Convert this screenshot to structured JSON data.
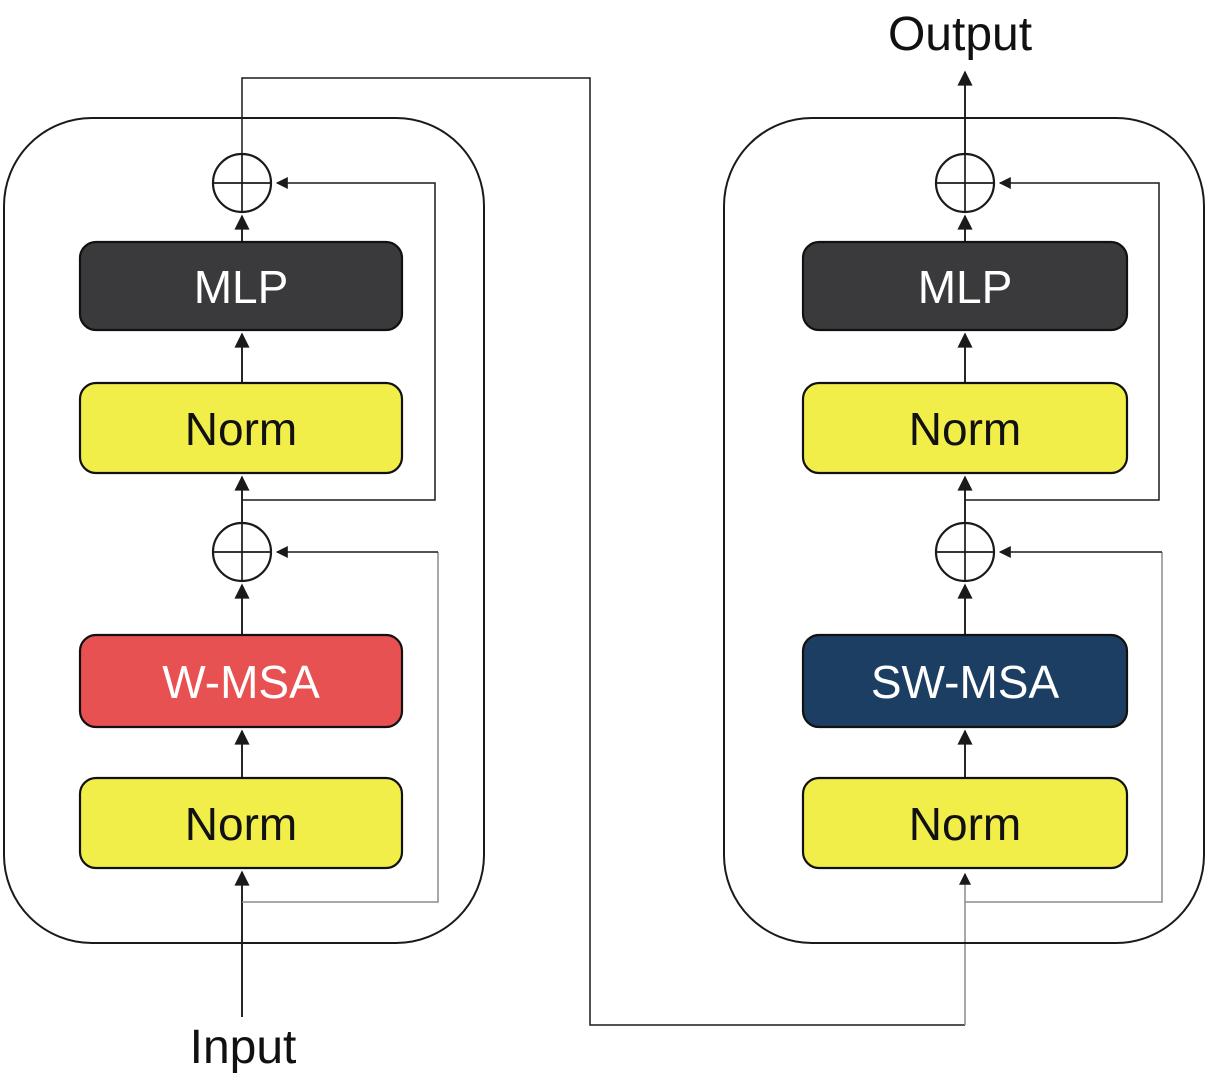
{
  "figure": {
    "output_label": "Output",
    "input_label": "Input"
  },
  "blocks": {
    "left": {
      "mlp": "MLP",
      "norm_top": "Norm",
      "attention": "W-MSA",
      "norm_bottom": "Norm"
    },
    "right": {
      "mlp": "MLP",
      "norm_top": "Norm",
      "attention": "SW-MSA",
      "norm_bottom": "Norm"
    }
  },
  "icons": {
    "add_operator": "circle-plus"
  },
  "colors": {
    "background": "#ffffff",
    "mlp": "#3a3a3c",
    "norm": "#f2ee49",
    "w_msa": "#e85151",
    "sw_msa": "#1d3e63",
    "box_border": "#111111",
    "line": "#1a1a1a",
    "skip_gray": "#8c8c8c",
    "text_on_dark": "#ffffff",
    "text_on_light": "#111111"
  }
}
